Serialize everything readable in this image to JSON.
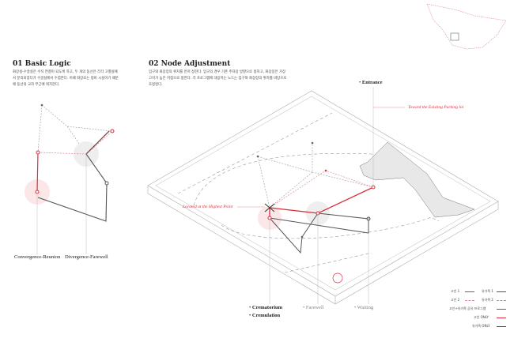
{
  "section1": {
    "title": "01 Basic Logic",
    "body": "화장실-수골실은 수직 연결이 되도록 하고, 두 개의 동선은 각각 고별실에서 분리되었다가 수골실에서 수렴한다. 이때 화장로는 정비 시설이기 때문에 동선의 교차 부근에 위치한다.",
    "label_left": "Convergence-Reunion",
    "label_right": "Divergence-Farewell"
  },
  "section2": {
    "title": "02 Node Adjustment",
    "body": "입구와 화장장의 위치를 먼저 정한다. 입구의 경우 기존 주차장 방향으로 정하고, 화장장은 가장 고지가 높은 지점으로 정한다. 각 프로그램에 대응하는 노드는 입구와 화장장의 위치를 바탕으로 조정된다."
  },
  "labels": {
    "entrance": "Entrance",
    "parking": "Toward the Existing Parking lot",
    "highest": "Located at the Highest Point",
    "crematorium": "Crematorium",
    "cremulation": "Cremulation",
    "farewell": "Farewell",
    "waiting": "Waiting"
  },
  "legend": {
    "deceased1": "고인 1",
    "family1": "유가족 1",
    "deceased2": "고인 2",
    "family2": "유가족 2",
    "shared": "고인+유가족 공유 프로그램",
    "deceased_only": "고인 ONLY",
    "family_only": "유가족 ONLY"
  },
  "colors": {
    "accent": "#d9303f",
    "dark": "#444444"
  }
}
